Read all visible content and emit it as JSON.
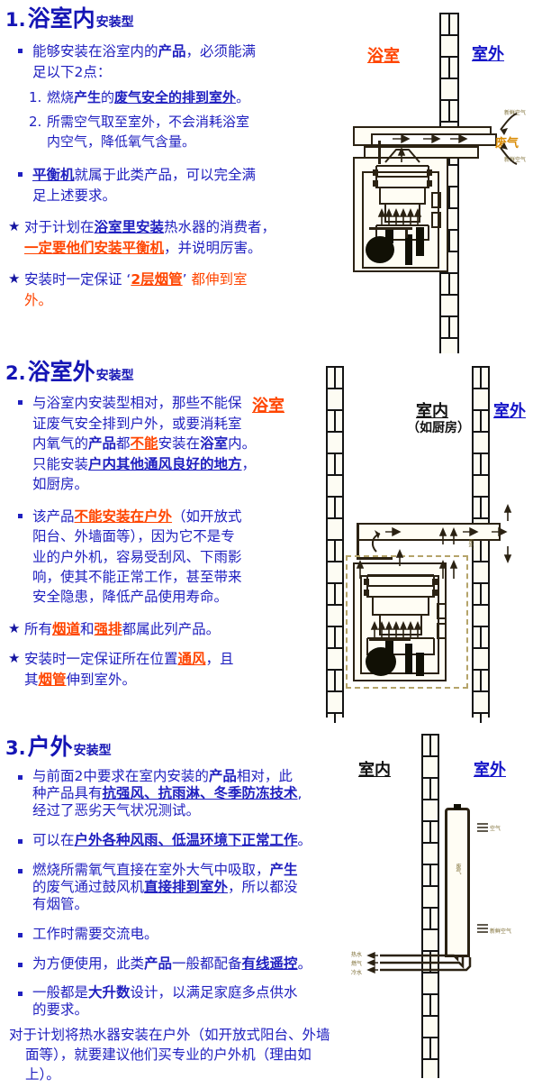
{
  "sections": [
    {
      "id": "bathroom-inside",
      "number": "1.",
      "title": "浴室内",
      "title_suffix": "安装型",
      "bullets": [
        {
          "type": "bullet",
          "runs": [
            {
              "t": "能够安装在浴室内的",
              "s": "plain"
            },
            {
              "t": "产品",
              "s": "bold"
            },
            {
              "t": "，必须能满足以下2点：",
              "s": "plain"
            }
          ]
        },
        {
          "type": "numbered",
          "n": "1.",
          "runs": [
            {
              "t": "燃烧",
              "s": "plain"
            },
            {
              "t": "产生",
              "s": "bold"
            },
            {
              "t": "的",
              "s": "plain"
            },
            {
              "t": "废气安全的排到室外",
              "s": "boldunder"
            },
            {
              "t": "。",
              "s": "plain"
            }
          ]
        },
        {
          "type": "numbered",
          "n": "2.",
          "runs": [
            {
              "t": "所需空气取至室外，不会消耗浴室内空气，降低氧气含量。",
              "s": "plain"
            }
          ]
        },
        {
          "type": "bullet",
          "runs": [
            {
              "t": "平衡机",
              "s": "boldunder"
            },
            {
              "t": "就属于此类产品，可以完全满足上述要求。",
              "s": "plain"
            }
          ]
        },
        {
          "type": "star",
          "runs": [
            {
              "t": "对于计划在",
              "s": "plain"
            },
            {
              "t": "浴室里安装",
              "s": "boldunder"
            },
            {
              "t": "热水器的消费者，",
              "s": "plain"
            },
            {
              "t": "一定要他们安装平衡机",
              "s": "orange"
            },
            {
              "t": "，并说明厉害。",
              "s": "plain"
            }
          ]
        },
        {
          "type": "star",
          "runs": [
            {
              "t": "安装时一定保证 ‘",
              "s": "plain"
            },
            {
              "t": "2层烟管",
              "s": "orange"
            },
            {
              "t": "’ ",
              "s": "plain"
            },
            {
              "t": "都伸到室外。",
              "s": "orangeplain"
            }
          ]
        }
      ],
      "figure": {
        "labels": {
          "left": "浴室",
          "right": "室外",
          "exhaust": "废气",
          "fresh_top": "新鲜空气",
          "fresh_bottom": "新鲜空气"
        }
      }
    },
    {
      "id": "bathroom-outside",
      "number": "2.",
      "title": "浴室外",
      "title_suffix": "安装型",
      "bullets": [
        {
          "type": "bullet",
          "runs": [
            {
              "t": "与浴室内安装型相对，那些不能保证废气安全排到户外，或要消耗室内氧气的",
              "s": "plain"
            },
            {
              "t": "产品",
              "s": "bold"
            },
            {
              "t": "都",
              "s": "plain"
            },
            {
              "t": "不能",
              "s": "orange"
            },
            {
              "t": "安装在",
              "s": "plain"
            },
            {
              "t": "浴室",
              "s": "bold"
            },
            {
              "t": "内。只能安装",
              "s": "plain"
            },
            {
              "t": "户内其他通风良好的地方",
              "s": "boldunder"
            },
            {
              "t": "，如厨房。",
              "s": "plain"
            }
          ]
        },
        {
          "type": "bullet",
          "runs": [
            {
              "t": "该产品",
              "s": "plain"
            },
            {
              "t": "不能安装在户外",
              "s": "orange"
            },
            {
              "t": "（如开放式阳台、外墙面等），因为它不是专业的户外机，容易受刮风、下雨影响，使其不能正常工作，甚至带来安全隐患，降低产品使用寿命。",
              "s": "plain"
            }
          ]
        },
        {
          "type": "star",
          "runs": [
            {
              "t": "所有",
              "s": "plain"
            },
            {
              "t": "烟道",
              "s": "orange"
            },
            {
              "t": "和",
              "s": "plain"
            },
            {
              "t": "强排",
              "s": "orange"
            },
            {
              "t": "都属此列产品。",
              "s": "plain"
            }
          ]
        },
        {
          "type": "star",
          "runs": [
            {
              "t": "安装时一定保证所在位置",
              "s": "plain"
            },
            {
              "t": "通风",
              "s": "orange"
            },
            {
              "t": "，且其",
              "s": "plain"
            },
            {
              "t": "烟管",
              "s": "orange"
            },
            {
              "t": "伸到室外。",
              "s": "plain"
            }
          ]
        }
      ],
      "figure": {
        "labels": {
          "bathroom": "浴室",
          "indoor": "室内",
          "indoor_sub": "（如厨房）",
          "outdoor": "室外",
          "exhaust": "废气"
        }
      }
    },
    {
      "id": "outdoor",
      "number": "3.",
      "title": "户外",
      "title_suffix": "安装型",
      "bullets": [
        {
          "type": "bullet",
          "runs": [
            {
              "t": "与前面2中要求在室内安装的",
              "s": "plain"
            },
            {
              "t": "产品",
              "s": "bold"
            },
            {
              "t": "相对，此种产品具有",
              "s": "plain"
            },
            {
              "t": "抗强风、抗雨淋、冬季防冻技术",
              "s": "boldunder"
            },
            {
              "t": "，经过了恶劣天气状况测试。",
              "s": "plain"
            }
          ]
        },
        {
          "type": "bullet",
          "runs": [
            {
              "t": "可以在",
              "s": "plain"
            },
            {
              "t": "户外各种风雨、低温环境下正常工作",
              "s": "boldunder"
            },
            {
              "t": "。",
              "s": "plain"
            }
          ]
        },
        {
          "type": "bullet",
          "runs": [
            {
              "t": "燃烧所需氧气直接在室外大气中吸取，",
              "s": "plain"
            },
            {
              "t": "产生",
              "s": "bold"
            },
            {
              "t": "的废气通过鼓风机",
              "s": "plain"
            },
            {
              "t": "直接排到室外",
              "s": "boldunder"
            },
            {
              "t": "，所以都没有烟管。",
              "s": "plain"
            }
          ]
        },
        {
          "type": "bullet",
          "runs": [
            {
              "t": "工作时需要交流电。",
              "s": "plain"
            }
          ]
        },
        {
          "type": "bullet",
          "runs": [
            {
              "t": "为方便使用，此类",
              "s": "plain"
            },
            {
              "t": "产品",
              "s": "bold"
            },
            {
              "t": "一般都配备",
              "s": "plain"
            },
            {
              "t": "有线遥控",
              "s": "boldunder"
            },
            {
              "t": "。",
              "s": "plain"
            }
          ]
        },
        {
          "type": "bullet",
          "runs": [
            {
              "t": "一般都是",
              "s": "plain"
            },
            {
              "t": "大升数",
              "s": "bold"
            },
            {
              "t": "设计，以满足家庭多点供水的要求。",
              "s": "plain"
            }
          ]
        },
        {
          "type": "plain",
          "runs": [
            {
              "t": "对于计划将热水器安装在户外（如开放式阳台、外墙",
              "s": "plain"
            },
            {
              "t": "面等），就要建议他们买专业的户外机（理由如",
              "s": "plain"
            },
            {
              "t": "上）。",
              "s": "plain"
            }
          ]
        }
      ],
      "figure": {
        "labels": {
          "indoor": "室内",
          "outdoor": "室外",
          "air_top": "空气",
          "air_bottom": "新鲜空气",
          "exhaust": "废气",
          "hot": "热水",
          "gas": "燃气",
          "cold": "冷水"
        }
      }
    }
  ],
  "colors": {
    "heading": "#1515b5",
    "body": "#2020c0",
    "accent_orange": "#ff4500",
    "wall_fill": "#fdfcf3",
    "wall_line": "#141414",
    "diagram_line": "#2b2213"
  }
}
